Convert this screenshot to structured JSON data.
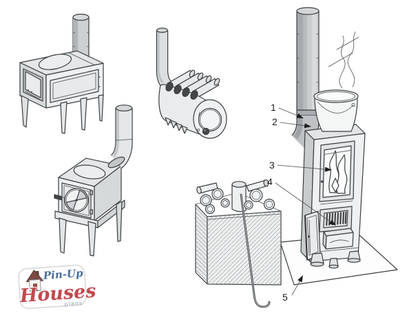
{
  "canvas": {
    "background": "#ffffff"
  },
  "palette": {
    "ink": "#3a3e40",
    "fill_light": "#eef0f1",
    "fill_mid": "#d8dadc",
    "fill_dark": "#b7babc",
    "metal": "#c9cccd"
  },
  "figures": {
    "cook_stove": "cook-stove-with-oven-and-chimney",
    "box_stove": "box-stove-with-flue-elbow",
    "barrel_stove": "barrel-stove-with-heat-exchanger-tubes",
    "tall_stove": "tall-wood-burning-stove-with-chimney",
    "bucket": "water-bucket-with-steam",
    "firewood_box": "firewood-storage-crate-with-poker",
    "floor_plate": "hearth-floor-protection-plate"
  },
  "callouts": [
    {
      "label": "1"
    },
    {
      "label": "2"
    },
    {
      "label": "3"
    },
    {
      "label": "4"
    },
    {
      "label": "5"
    }
  ],
  "logo": {
    "brand_line1": "Pin-Up",
    "brand_line2": "Houses",
    "tagline": "plans",
    "color_line1": "#4a6d99",
    "color_line2": "#c2494f"
  }
}
